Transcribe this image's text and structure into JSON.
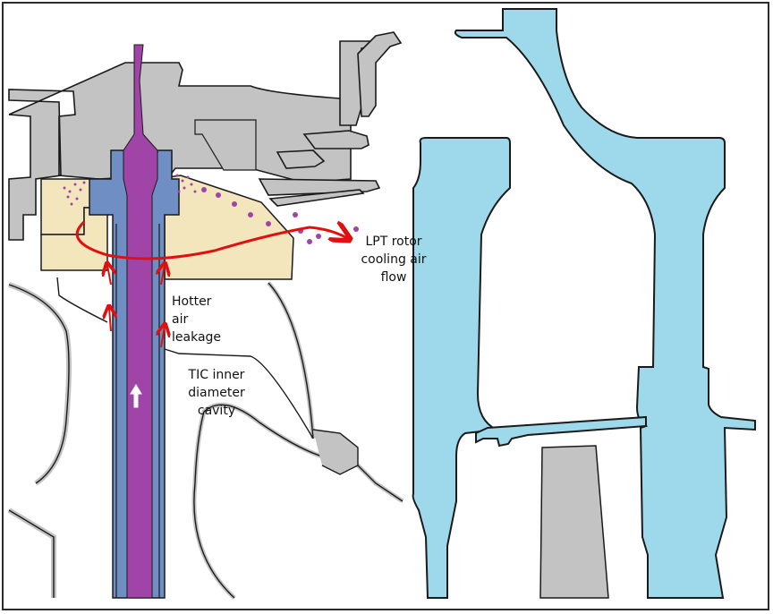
{
  "diagram": {
    "title": "LPT turbine inter-stage cavity cross-section",
    "labels": {
      "lpt_rotor_cooling": "LPT rotor\ncooling air\nflow",
      "hotter_air_leakage": "Hotter\nair\nleakage",
      "tic_cavity": "TIC inner\ndiameter cavity"
    },
    "colors": {
      "static_metal": "#c3c3c3",
      "rotor_blade": "#9dd9ea",
      "cavity_fill": "#f3e6bd",
      "shaft_outer": "#6f8fc4",
      "shaft_core": "#a044a8",
      "flow_arrow": "#e01010",
      "outline": "#1a1a1a",
      "particles": "#a044a8"
    }
  }
}
